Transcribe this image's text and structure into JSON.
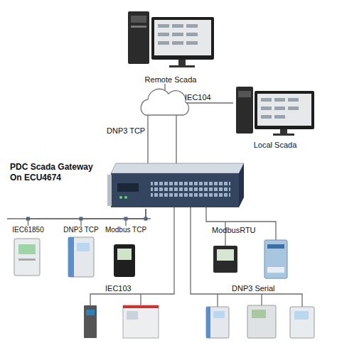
{
  "diagram": {
    "nodes": [
      {
        "text": [
          "Remote Scada"
        ]
      },
      {
        "text": [
          "Local Scada"
        ]
      },
      {
        "text": [
          "PDC Scada Gateway On ECU4674"
        ]
      },
      {
        "text": [
          "IEC61850"
        ]
      },
      {
        "text": [
          "DNP3 TCP"
        ]
      },
      {
        "text": [
          "Modbus TCP"
        ]
      }
    ],
    "edges": [
      {
        "from": 0,
        "to": 2,
        "label": "DNP3 TCP",
        "arrow": "none"
      },
      {
        "from": 1,
        "to": 2,
        "label": "IEC104",
        "arrow": "none"
      },
      {
        "from": 2,
        "to": 3,
        "arrow": "none"
      },
      {
        "from": 2,
        "to": 4,
        "arrow": "none"
      },
      {
        "from": 2,
        "to": 5,
        "arrow": "none"
      }
    ],
    "labels": [
      "ModbusRTU",
      "IEC103",
      "DNP3 Serial"
    ]
  }
}
